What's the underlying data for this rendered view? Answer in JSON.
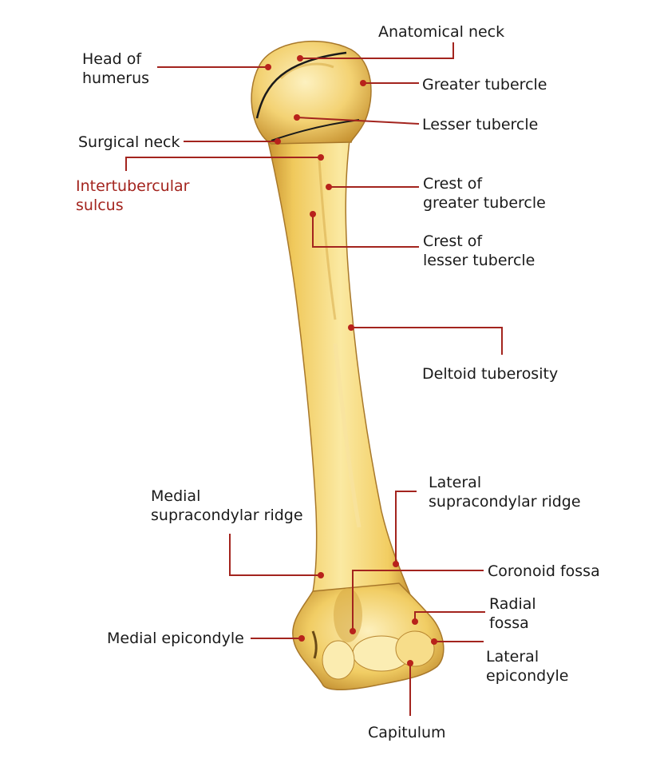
{
  "diagram": {
    "colors": {
      "leader": "#a3241e",
      "point": "#b8221b",
      "bone_light": "#fbeaa6",
      "bone_mid": "#efc759",
      "bone_dark": "#b8842a",
      "text": "#1a1a1a",
      "text_highlight": "#a3241e"
    },
    "labels": {
      "head_of_humerus": "Head of\nhumerus",
      "anatomical_neck": "Anatomical neck",
      "greater_tubercle": "Greater tubercle",
      "lesser_tubercle": "Lesser tubercle",
      "surgical_neck": "Surgical neck",
      "intertubercular_sulcus": "Intertubercular\nsulcus",
      "crest_of_greater_tubercle": "Crest of\ngreater tubercle",
      "crest_of_lesser_tubercle": "Crest of\nlesser tubercle",
      "deltoid_tuberosity": "Deltoid tuberosity",
      "medial_supracondylar_ridge": "Medial\nsupracondylar ridge",
      "lateral_supracondylar_ridge": "Lateral\nsupracondylar ridge",
      "coronoid_fossa": "Coronoid fossa",
      "radial_fossa": "Radial\nfossa",
      "medial_epicondyle": "Medial epicondyle",
      "lateral_epicondyle": "Lateral\nepicondyle",
      "capitulum": "Capitulum"
    }
  }
}
